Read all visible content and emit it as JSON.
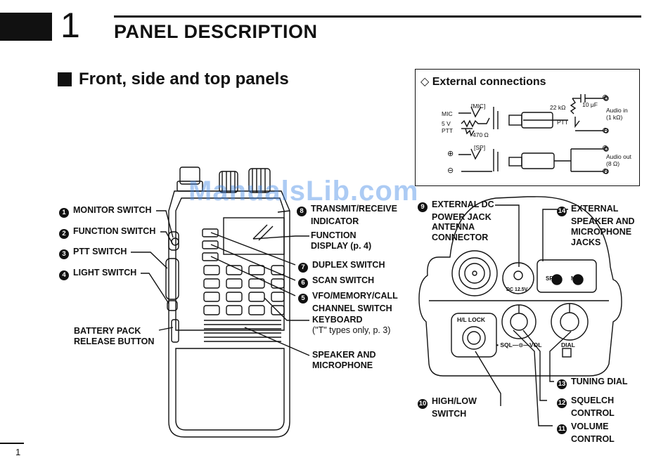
{
  "header": {
    "chapter_number": "1",
    "title": "PANEL DESCRIPTION"
  },
  "section": {
    "title": "Front, side and top panels"
  },
  "external_connections": {
    "title": "◇ External connections",
    "mic_tag": "[MIC]",
    "sp_tag": "[SP]",
    "mic": "MIC",
    "v5": "5 V",
    "ptt": "PTT",
    "r470": "470 Ω",
    "r22k": "22 kΩ",
    "c10u": "10 μF",
    "ptt_switch": "PTT",
    "audio_in": "Audio in",
    "audio_in_imp": "(1 kΩ)",
    "audio_out": "Audio out",
    "audio_out_imp": "(8 Ω)"
  },
  "left_callouts": {
    "monitor": {
      "num": "1",
      "label": "MONITOR SWITCH"
    },
    "function": {
      "num": "2",
      "label": "FUNCTION SWITCH"
    },
    "ptt": {
      "num": "3",
      "label": "PTT SWITCH"
    },
    "light": {
      "num": "4",
      "label": "LIGHT SWITCH"
    },
    "battery_line1": "BATTERY PACK",
    "battery_line2": "RELEASE BUTTON"
  },
  "center_callouts": {
    "tx_rx": {
      "num": "8",
      "line1": "TRANSMIT/RECEIVE",
      "line2": "INDICATOR"
    },
    "function_display_line1": "FUNCTION",
    "function_display_line2": "DISPLAY (p. 4)",
    "duplex": {
      "num": "7",
      "label": "DUPLEX SWITCH"
    },
    "scan": {
      "num": "6",
      "label": "SCAN SWITCH"
    },
    "vfo": {
      "num": "5",
      "line1": "VFO/MEMORY/CALL",
      "line2": "CHANNEL SWITCH"
    },
    "keyboard_line1": "KEYBOARD",
    "keyboard_line2": "(\"T\" types only,  p. 3)",
    "speaker_line1": "SPEAKER AND",
    "speaker_line2": "MICROPHONE"
  },
  "right_callouts": {
    "ext_power": {
      "num": "9",
      "line1": "EXTERNAL DC",
      "line2": "POWER JACK"
    },
    "antenna_line1": "ANTENNA",
    "antenna_line2": "CONNECTOR",
    "ext_speaker": {
      "num": "14",
      "line1": "EXTERNAL",
      "line2": "SPEAKER AND",
      "line3": "MICROPHONE",
      "line4": "JACKS"
    },
    "tuning": {
      "num": "13",
      "label": "TUNING DIAL"
    },
    "squelch": {
      "num": "12",
      "line1": "SQUELCH",
      "line2": "CONTROL"
    },
    "volume": {
      "num": "11",
      "line1": "VOLUME",
      "line2": "CONTROL"
    },
    "high_low": {
      "num": "10",
      "line1": "HIGH/LOW",
      "line2": "SWITCH"
    }
  },
  "top_panel": {
    "dc_label": "DC 12.5V",
    "sp_label": "SP",
    "mic_label": "MIC",
    "hl_lock": "H/L LOCK",
    "sql_vol": "• SQL—⊙—VOL",
    "dial": "DIAL"
  },
  "footer": {
    "page_number": "1"
  },
  "watermark": "ManualsLib.com"
}
